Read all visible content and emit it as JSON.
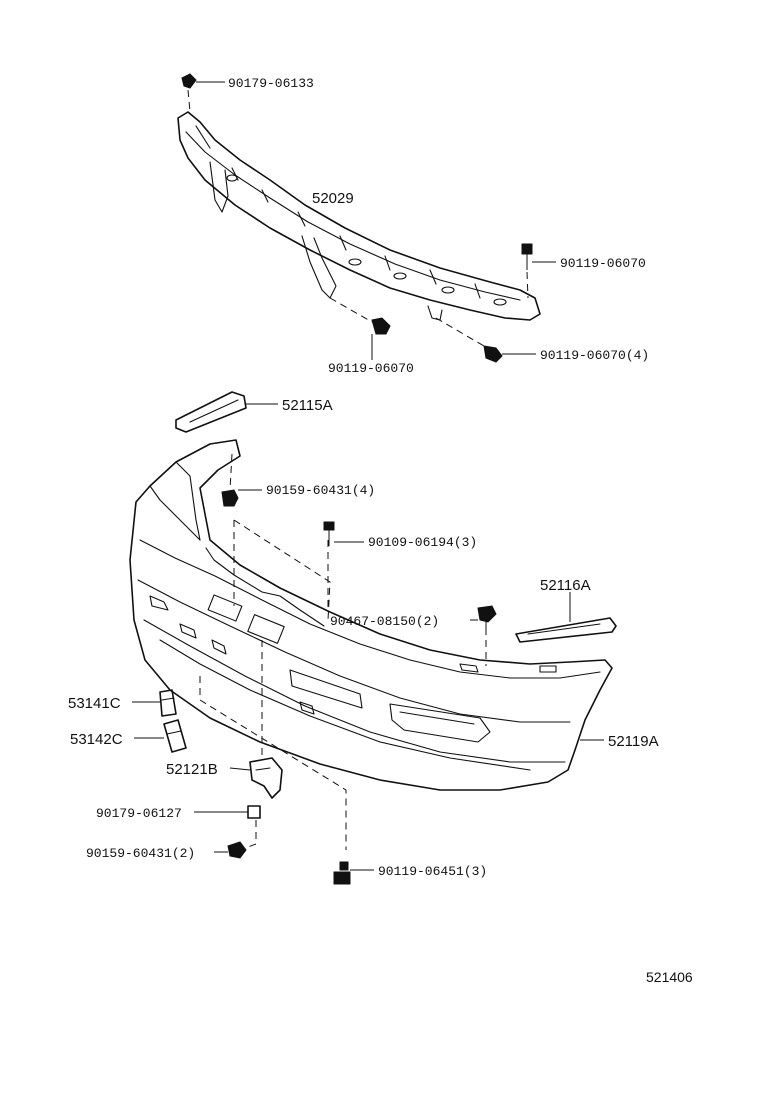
{
  "labels": {
    "p90179_06133": "90179-06133",
    "p52029": "52029",
    "p90119_06070_right": "90119-06070",
    "p90119_06070_bottom": "90119-06070",
    "p90119_06070_4": "90119-06070(4)",
    "p52115A": "52115A",
    "p90159_60431_4": "90159-60431(4)",
    "p90109_06194_3": "90109-06194(3)",
    "p52116A": "52116A",
    "p90467_08150_2": "90467-08150(2)",
    "p53141C": "53141C",
    "p53142C": "53142C",
    "p52119A": "52119A",
    "p52121B": "52121B",
    "p90179_06127": "90179-06127",
    "p90159_60431_2": "90159-60431(2)",
    "p90119_06451_3": "90119-06451(3)"
  },
  "diagram_code": "521406"
}
